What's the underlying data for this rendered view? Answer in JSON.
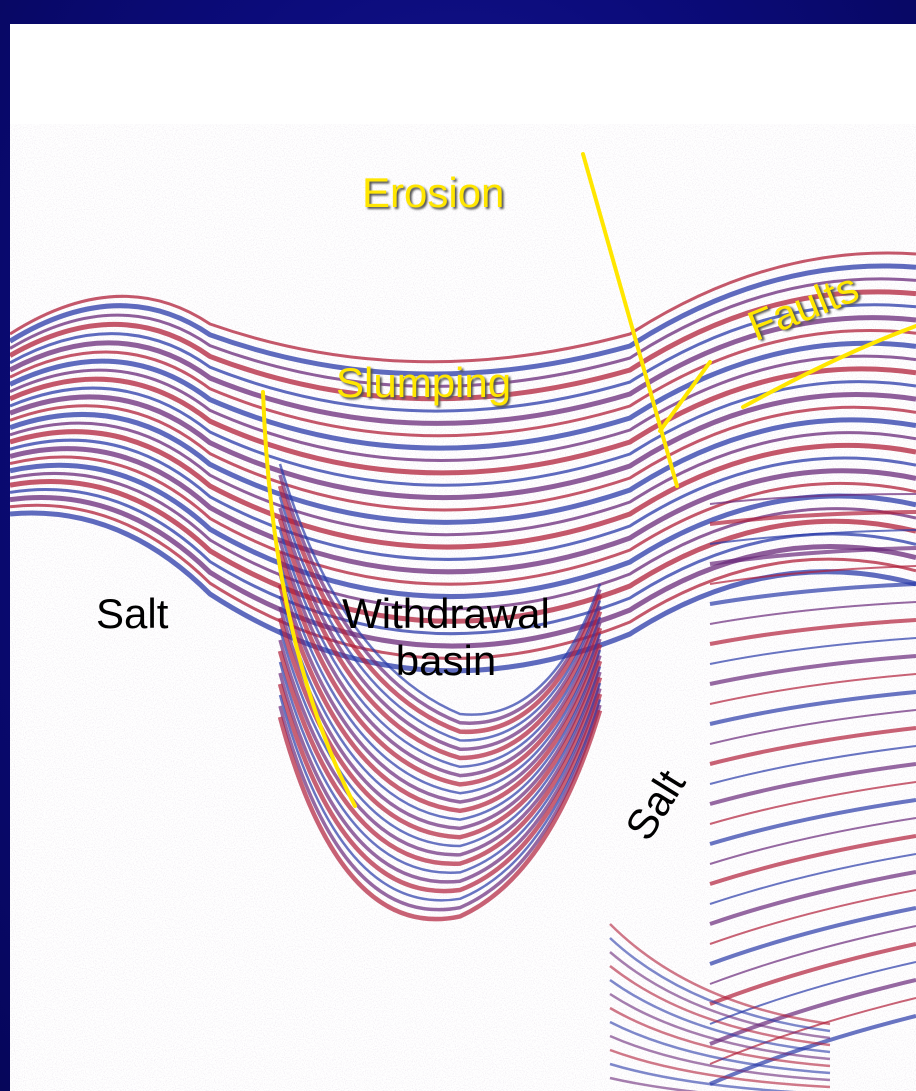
{
  "colors": {
    "background": "#0b0b7a",
    "annotation_lines": "#ffe600",
    "annotation_text": "#ffe600",
    "body_text": "#000000",
    "reflector_red": "#b0203a",
    "reflector_blue": "#2a3aa8",
    "reflector_purple": "#6a2a7a"
  },
  "labels": {
    "erosion": "Erosion",
    "slumping": "Slumping",
    "faults": "Faults",
    "salt_left": "Salt",
    "withdrawal_line1": "Withdrawal",
    "withdrawal_line2": "basin",
    "salt_right": "Salt"
  }
}
